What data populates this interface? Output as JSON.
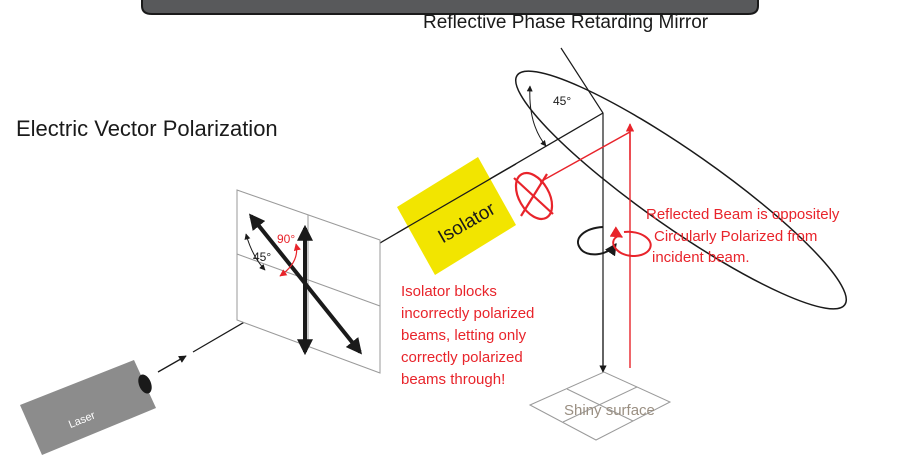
{
  "labels": {
    "mirror_title": "Reflective Phase Retarding Mirror",
    "polarization_title": "Electric Vector Polarization",
    "isolator": "Isolator",
    "laser": "Laser",
    "surface": "Shiny surface",
    "angle_mirror": "45°",
    "angle_black": "45°",
    "angle_red": "90°",
    "reflected_note": [
      "Reflected Beam is oppositely",
      "Circularly Polarized from",
      "incident beam."
    ],
    "isolator_note": [
      "Isolator blocks",
      "incorrectly polarized",
      "beams, letting only",
      "correctly polarized",
      "beams through!"
    ]
  },
  "colors": {
    "ink": "#1a1a1a",
    "red": "#e8242b",
    "isolator_fill": "#f2e500",
    "laser_fill": "#8c8c8c",
    "banner_fill": "#58595b",
    "surface_text": "#9a8f82",
    "grid_line": "#9a9a9a"
  }
}
